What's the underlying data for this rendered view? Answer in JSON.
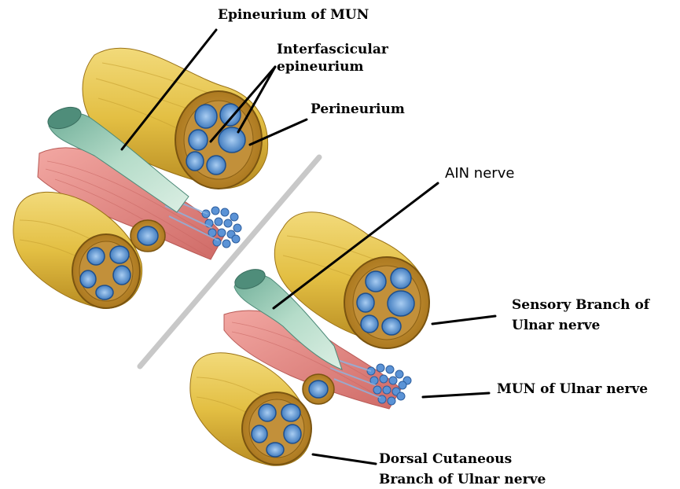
{
  "labels": {
    "epineurium_mun": "Epineurium of MUN",
    "interfascicular_line1": "Interfascicular",
    "interfascicular_line2": "epineurium",
    "perineurium": "Perineurium",
    "ain_nerve": "AIN nerve",
    "sensory_line1": "Sensory Branch of",
    "sensory_line2": "Ulnar nerve",
    "mun_ulnar": "MUN of Ulnar nerve",
    "dorsal_line1": "Dorsal Cutaneous",
    "dorsal_line2": "Branch of Ulnar nerve"
  },
  "colors": {
    "epineurium": "#e7c64a",
    "epineurium_dark": "#b88c22",
    "fascicle": "#3f7fc9",
    "ain": "#9fcfb9",
    "ain_dark": "#5f9e8b",
    "muscle": "#e98b86",
    "divider": "#c8c8c8"
  }
}
